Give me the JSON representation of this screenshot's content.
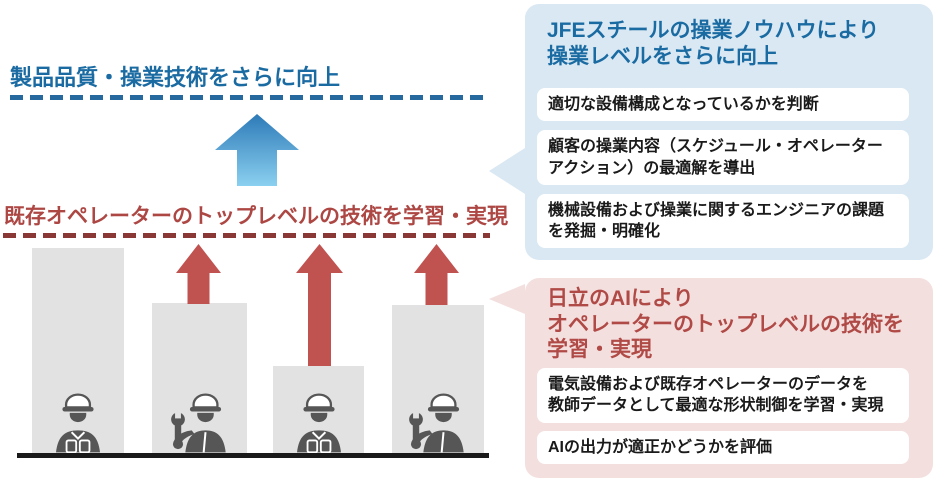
{
  "diagram": {
    "goal_label": "製品品質・操業技術をさらに向上",
    "baseline_label": "既存オペレーターのトップレベルの技術を学習・実現",
    "bars": [
      {
        "worker": "vest-worker-icon",
        "relative_skill": "high"
      },
      {
        "worker": "wrench-worker-icon",
        "relative_skill": "medium"
      },
      {
        "worker": "vest-worker-icon",
        "relative_skill": "low"
      },
      {
        "worker": "wrench-worker-icon",
        "relative_skill": "medium"
      }
    ]
  },
  "callouts": {
    "jfe": {
      "title": "JFEスチールの操業ノウハウにより\n操業レベルをさらに向上",
      "items": [
        "適切な設備構成となっているかを判断",
        "顧客の操業内容（スケジュール・オペレーター\nアクション）の最適解を導出",
        "機械設備および操業に関するエンジニアの課題\nを発掘・明確化"
      ]
    },
    "hitachi": {
      "title": "日立のAIにより\nオペレーターのトップレベルの技術を\n学習・実現",
      "items": [
        "電気設備および既存オペレーターのデータを\n教師データとして最適な形状制御を学習・実現",
        "AIの出力が適正かどうかを評価"
      ]
    }
  },
  "colors": {
    "blue_heading": "#1b6ba3",
    "blue_dashed_line": "#26699f",
    "blue_panel_bg": "#d9e8f3",
    "blue_arrow_gradient_top": "#2d7ab8",
    "blue_arrow_gradient_bottom": "#8bd0f0",
    "red_heading": "#ad4744",
    "red_dashed_line": "#8a3836",
    "red_arrow": "#c05250",
    "pink_panel_bg": "#f4dfdf",
    "pink_heading": "#b04a46",
    "bar_gray": "#e2e2e2",
    "worker_gray": "#565656",
    "item_text": "#1a1a1a",
    "ground_line": "#1a1a1a"
  },
  "icons": {
    "vest_worker": "construction-worker-with-helmet-and-vest",
    "wrench_worker": "worker-with-helmet-holding-wrench",
    "big_blue_arrow": "up-arrow-level-improvement",
    "red_arrow": "up-arrow-skill-gain"
  }
}
